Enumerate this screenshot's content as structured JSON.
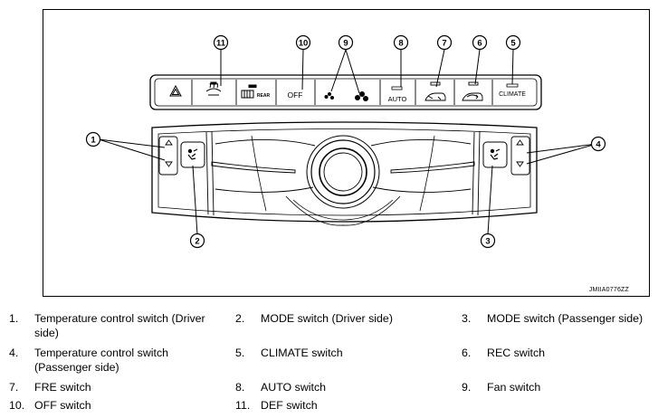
{
  "figure": {
    "image_code": "JMIIA0776ZZ",
    "callouts": [
      "1",
      "2",
      "3",
      "4",
      "5",
      "6",
      "7",
      "8",
      "9",
      "10",
      "11"
    ],
    "button_labels": {
      "off": "OFF",
      "auto": "AUTO",
      "climate": "CLIMATE",
      "rear": "REAR"
    }
  },
  "legend": [
    {
      "num": "1.",
      "text": "Temperature control switch (Driver side)"
    },
    {
      "num": "2.",
      "text": "MODE switch (Driver side)"
    },
    {
      "num": "3.",
      "text": "MODE switch (Passenger side)"
    },
    {
      "num": "4.",
      "text": "Temperature control switch (Passenger side)"
    },
    {
      "num": "5.",
      "text": "CLIMATE switch"
    },
    {
      "num": "6.",
      "text": "REC switch"
    },
    {
      "num": "7.",
      "text": "FRE switch"
    },
    {
      "num": "8.",
      "text": "AUTO switch"
    },
    {
      "num": "9.",
      "text": "Fan switch"
    },
    {
      "num": "10.",
      "text": "OFF switch"
    },
    {
      "num": "11.",
      "text": "DEF switch"
    }
  ]
}
